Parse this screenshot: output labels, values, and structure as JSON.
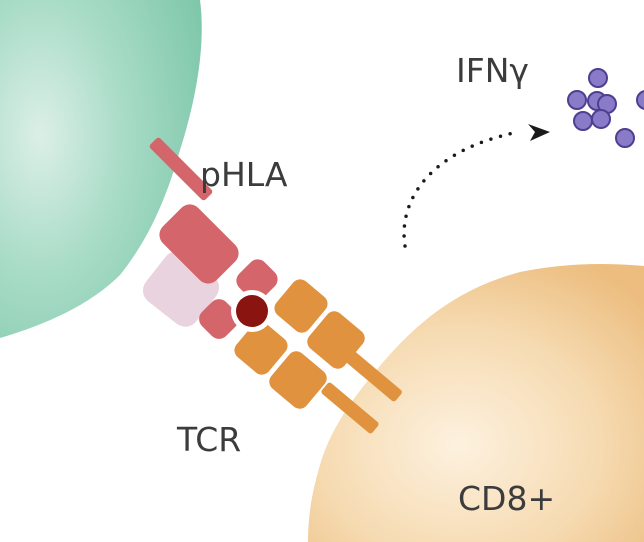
{
  "labels": {
    "antigen_presenting_complex": "pHLA",
    "receptor": "TCR",
    "cytokine": "IFNγ",
    "effector_cell": "CD8+"
  },
  "colors": {
    "target_cell": "#8ccfb4",
    "cd8_cell": "#f2c98f",
    "hla_chain": "#d4656a",
    "b2m_domain": "#e9d3de",
    "peptide": "#8a1410",
    "tcr_chain": "#e0923e",
    "cytokine_particle": "#8a7bc9",
    "secretion_arrow": "#1a1a1a",
    "label_text": "#3c3c3c"
  }
}
